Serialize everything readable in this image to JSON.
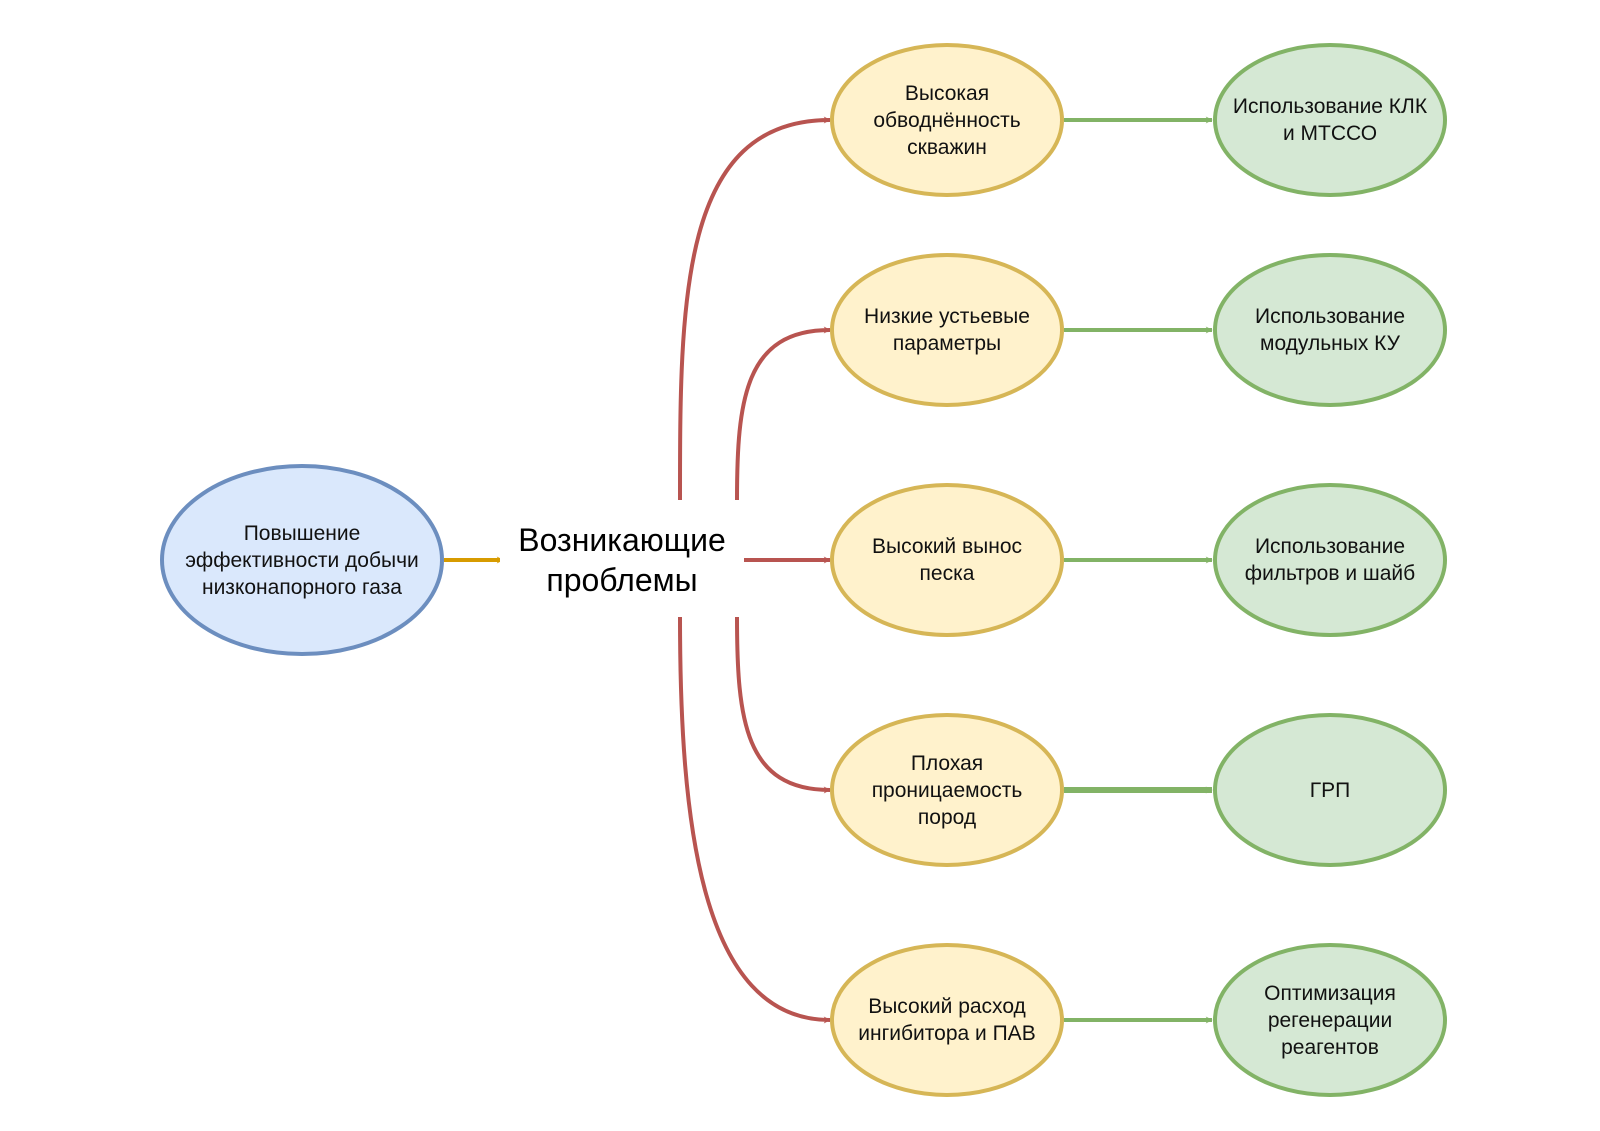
{
  "goal": {
    "label": [
      "Повышение",
      "эффективности добычи",
      "низконапорного газа"
    ],
    "fill": "#dae8fc",
    "stroke": "#6c8ebf"
  },
  "central_label": [
    "Возникающие",
    "проблемы"
  ],
  "problems": [
    {
      "label": [
        "Высокая",
        "обводнённость",
        "скважин"
      ]
    },
    {
      "label": [
        "Низкие устьевые",
        "параметры"
      ]
    },
    {
      "label": [
        "Высокий вынос",
        "песка"
      ]
    },
    {
      "label": [
        "Плохая",
        "проницаемость",
        "пород"
      ]
    },
    {
      "label": [
        "Высокий расход",
        "ингибитора и ПАВ"
      ]
    }
  ],
  "solutions": [
    {
      "label": [
        "Использование КЛК",
        "и МТССО"
      ]
    },
    {
      "label": [
        "Использование",
        "модульных КУ"
      ]
    },
    {
      "label": [
        "Использование",
        "фильтров и шайб"
      ]
    },
    {
      "label": [
        "ГРП"
      ]
    },
    {
      "label": [
        "Оптимизация",
        "регенерации",
        "реагентов"
      ]
    }
  ],
  "colors": {
    "problem_fill": "#fff2cc",
    "problem_stroke": "#d6b656",
    "solution_fill": "#d5e8d4",
    "solution_stroke": "#82b366",
    "red_arrow": "#b85450",
    "orange_arrow": "#d79b00",
    "green_arrow": "#82b366"
  }
}
